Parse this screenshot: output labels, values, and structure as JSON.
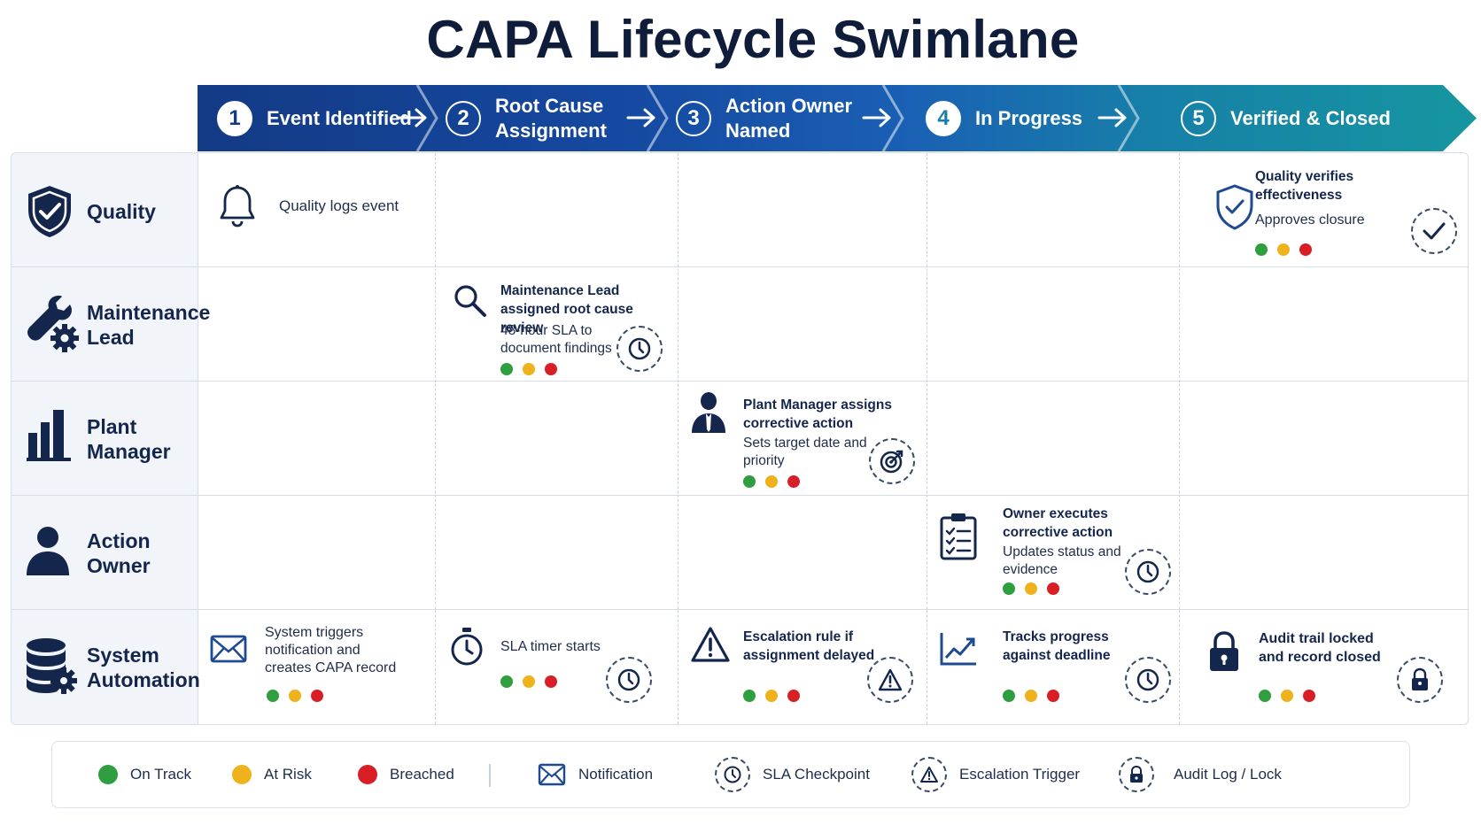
{
  "title": "CAPA Lifecycle Swimlane",
  "colors": {
    "navy": "#133a85",
    "blue": "#1a5fb4",
    "teal": "#1696a0",
    "on_track": "#2e9e3e",
    "at_risk": "#f0b21c",
    "breached": "#d91f26",
    "icon_dark": "#15264d"
  },
  "stages": [
    {
      "num": "1",
      "label": "Event Identified"
    },
    {
      "num": "2",
      "label": "Root Cause Assignment"
    },
    {
      "num": "3",
      "label": "Action Owner Named"
    },
    {
      "num": "4",
      "label": "In Progress"
    },
    {
      "num": "5",
      "label": "Verified & Closed"
    }
  ],
  "lanes": [
    {
      "label": "Quality",
      "icon": "shield-check-icon"
    },
    {
      "label": "Maintenance Lead",
      "icon": "wrench-gear-icon"
    },
    {
      "label": "Plant Manager",
      "icon": "bar-chart-icon"
    },
    {
      "label": "Action Owner",
      "icon": "person-icon"
    },
    {
      "label": "System Automation",
      "icon": "database-gear-icon"
    }
  ],
  "cells": {
    "quality_logs": {
      "text": "Quality logs event",
      "icon": "bell-icon"
    },
    "quality_verifies": {
      "title": "Quality verifies effectiveness",
      "desc": "Approves closure",
      "icon": "shield-check-icon",
      "badge": "check-icon"
    },
    "maint_review": {
      "title": "Maintenance Lead assigned root cause review",
      "desc": "48-hour SLA to document findings",
      "icon": "magnifier-icon",
      "badge": "clock-icon"
    },
    "pm_assigns": {
      "title": "Plant Manager assigns corrective action",
      "desc": "Sets target date and priority",
      "icon": "manager-icon",
      "badge": "target-icon"
    },
    "owner_executes": {
      "title": "Owner executes corrective action",
      "desc": "Updates status and evidence",
      "icon": "clipboard-checklist-icon",
      "badge": "clock-icon"
    },
    "sys_triggers": {
      "title": "System triggers notification and creates CAPA record",
      "icon": "envelope-icon"
    },
    "sys_sla": {
      "title": "SLA timer starts",
      "icon": "stopwatch-icon",
      "badge": "clock-icon"
    },
    "sys_escalation": {
      "title": "Escalation rule if assignment delayed",
      "icon": "warning-icon",
      "badge": "warning-icon"
    },
    "sys_tracks": {
      "title": "Tracks progress against deadline",
      "icon": "trend-chart-icon",
      "badge": "clock-icon"
    },
    "sys_audit": {
      "title": "Audit trail locked and record closed",
      "icon": "padlock-icon",
      "badge": "padlock-icon"
    }
  },
  "legend": {
    "on_track": "On Track",
    "at_risk": "At Risk",
    "breached": "Breached",
    "notification": "Notification",
    "sla_checkpoint": "SLA Checkpoint",
    "escalation_trigger": "Escalation Trigger",
    "audit_lock": "Audit Log / Lock"
  }
}
